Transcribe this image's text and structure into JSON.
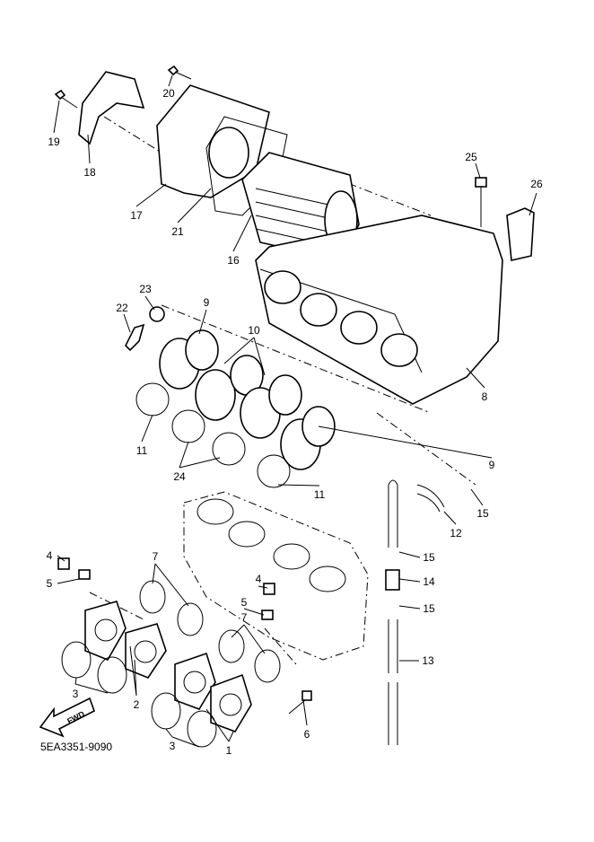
{
  "diagram_code": "5EA3351-9090",
  "fwd_arrow_text": "FWD",
  "callouts": [
    {
      "id": "c19",
      "label": "19"
    },
    {
      "id": "c18",
      "label": "18"
    },
    {
      "id": "c20",
      "label": "20"
    },
    {
      "id": "c17",
      "label": "17"
    },
    {
      "id": "c21",
      "label": "21"
    },
    {
      "id": "c16",
      "label": "16"
    },
    {
      "id": "c25",
      "label": "25"
    },
    {
      "id": "c26",
      "label": "26"
    },
    {
      "id": "c8",
      "label": "8"
    },
    {
      "id": "c23",
      "label": "23"
    },
    {
      "id": "c22",
      "label": "22"
    },
    {
      "id": "c9a",
      "label": "9"
    },
    {
      "id": "c10",
      "label": "10"
    },
    {
      "id": "c11a",
      "label": "11"
    },
    {
      "id": "c24",
      "label": "24"
    },
    {
      "id": "c9b",
      "label": "9"
    },
    {
      "id": "c11b",
      "label": "11"
    },
    {
      "id": "c15a",
      "label": "15"
    },
    {
      "id": "c12",
      "label": "12"
    },
    {
      "id": "c15b",
      "label": "15"
    },
    {
      "id": "c14",
      "label": "14"
    },
    {
      "id": "c15c",
      "label": "15"
    },
    {
      "id": "c13",
      "label": "13"
    },
    {
      "id": "c4a",
      "label": "4"
    },
    {
      "id": "c5a",
      "label": "5"
    },
    {
      "id": "c7a",
      "label": "7"
    },
    {
      "id": "c4b",
      "label": "4"
    },
    {
      "id": "c5b",
      "label": "5"
    },
    {
      "id": "c7b",
      "label": "7"
    },
    {
      "id": "c3a",
      "label": "3"
    },
    {
      "id": "c2",
      "label": "2"
    },
    {
      "id": "c3b",
      "label": "3"
    },
    {
      "id": "c1",
      "label": "1"
    },
    {
      "id": "c6",
      "label": "6"
    }
  ]
}
